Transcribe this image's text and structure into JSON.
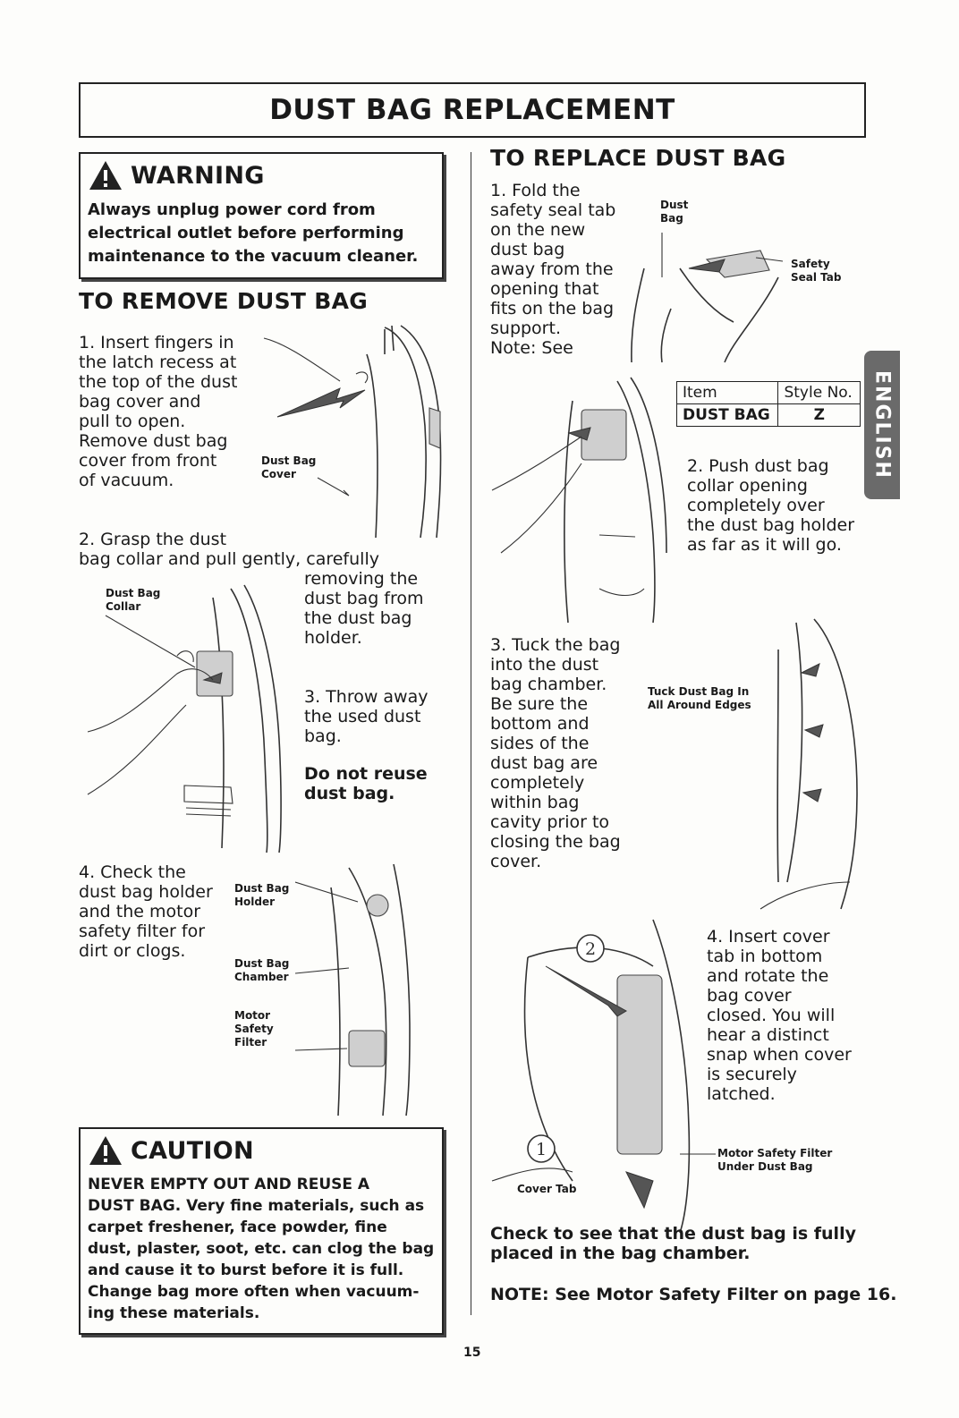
{
  "title": "DUST BAG REPLACEMENT",
  "warning": {
    "heading": "WARNING",
    "text": "Always unplug power cord from\nelectrical outlet before performing\nmaintenance to the vacuum cleaner."
  },
  "remove": {
    "heading": "TO REMOVE DUST BAG",
    "step1": "1. Insert fingers in\nthe latch recess at\nthe top of the dust\nbag cover and\npull to open.\nRemove dust bag\ncover from front\nof vacuum.",
    "label_cover": "Dust Bag\nCover",
    "step2_a": "2. Grasp the dust",
    "step2_b": "bag collar and pull gently, carefully",
    "step2_c": "removing the\ndust bag from\nthe dust bag\nholder.",
    "label_collar": "Dust Bag\nCollar",
    "step3": "3. Throw away\nthe used dust\nbag.",
    "step3_note": "Do not reuse\ndust bag.",
    "step4": "4. Check the\ndust bag holder\nand the motor\nsafety filter for\ndirt or clogs.",
    "label_holder": "Dust Bag\nHolder",
    "label_chamber": "Dust Bag\nChamber",
    "label_filter": "Motor\nSafety\nFilter"
  },
  "caution": {
    "heading": "CAUTION",
    "text": "NEVER EMPTY OUT AND REUSE A\nDUST BAG. Very fine materials, such as\ncarpet freshener, face powder, fine\ndust, plaster, soot, etc. can clog the bag\nand cause it to burst before it is full.\nChange bag more often when vacuum-\ning these materials."
  },
  "replace": {
    "heading": "TO REPLACE DUST BAG",
    "step1": "1. Fold the\nsafety seal tab\non the new\ndust bag\naway from the\nopening that\nfits on the bag\nsupport.\nNote: See",
    "label_dustbag": "Dust\nBag",
    "label_seal": "Safety\nSeal Tab",
    "table": {
      "headers": [
        "Item",
        "Style No."
      ],
      "row": [
        "DUST BAG",
        "Z"
      ]
    },
    "step2": "2. Push dust bag\ncollar opening\ncompletely over\nthe dust bag holder\nas far as it will go.",
    "step3": "3. Tuck the bag\ninto the dust\nbag chamber.\nBe sure the\nbottom and\nsides of the\ndust bag are\ncompletely\nwithin bag\ncavity prior to\nclosing the bag\ncover.",
    "label_tuck": "Tuck Dust Bag In\nAll Around Edges",
    "step4": "4. Insert cover\ntab in bottom\nand rotate the\nbag cover\nclosed. You will\nhear a distinct\nsnap when cover\nis securely\nlatched.",
    "callout_1": "1",
    "callout_2": "2",
    "label_cover_tab": "Cover Tab",
    "label_motor_filter": "Motor Safety Filter\nUnder Dust Bag",
    "check": "Check to see that the dust bag is fully\nplaced in the bag chamber.",
    "note": "NOTE: See Motor Safety Filter on page 16."
  },
  "side_tab": "ENGLISH",
  "page_number": "15"
}
